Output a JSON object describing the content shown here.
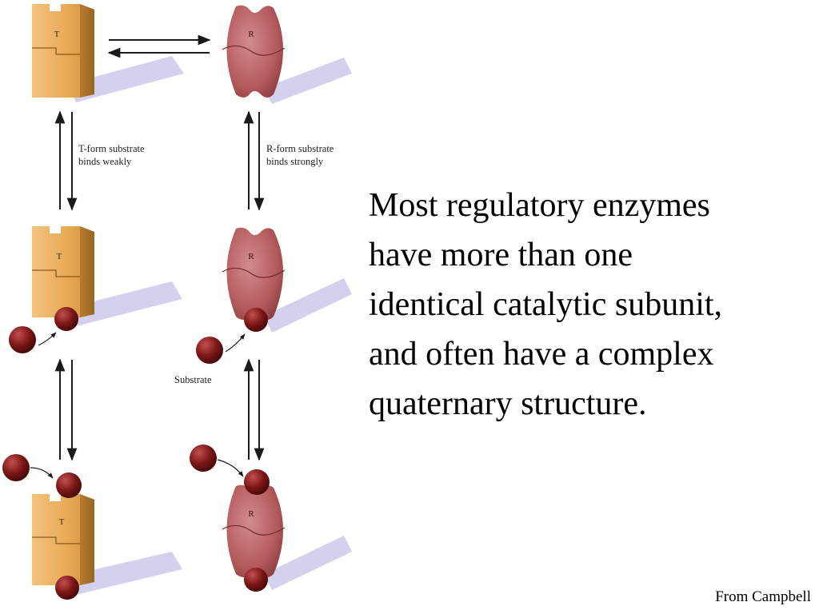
{
  "figure": {
    "t_label": "T",
    "r_label": "R",
    "t_annotation": [
      "T-form substrate",
      "binds weakly"
    ],
    "r_annotation": [
      "R-form substrate",
      "binds strongly"
    ],
    "substrate_label": "Substrate"
  },
  "text": {
    "lines": [
      "Most regulatory enzymes",
      "have more than one",
      "identical catalytic subunit,",
      "and often have a complex",
      "quaternary structure."
    ]
  },
  "credit": "From Campbell",
  "colors": {
    "t_form": "#e7a853",
    "r_form": "#b35a5c",
    "substrate": "#7c1616",
    "arrow": "#1a1a1a",
    "shadow": "#c9c6ea"
  }
}
